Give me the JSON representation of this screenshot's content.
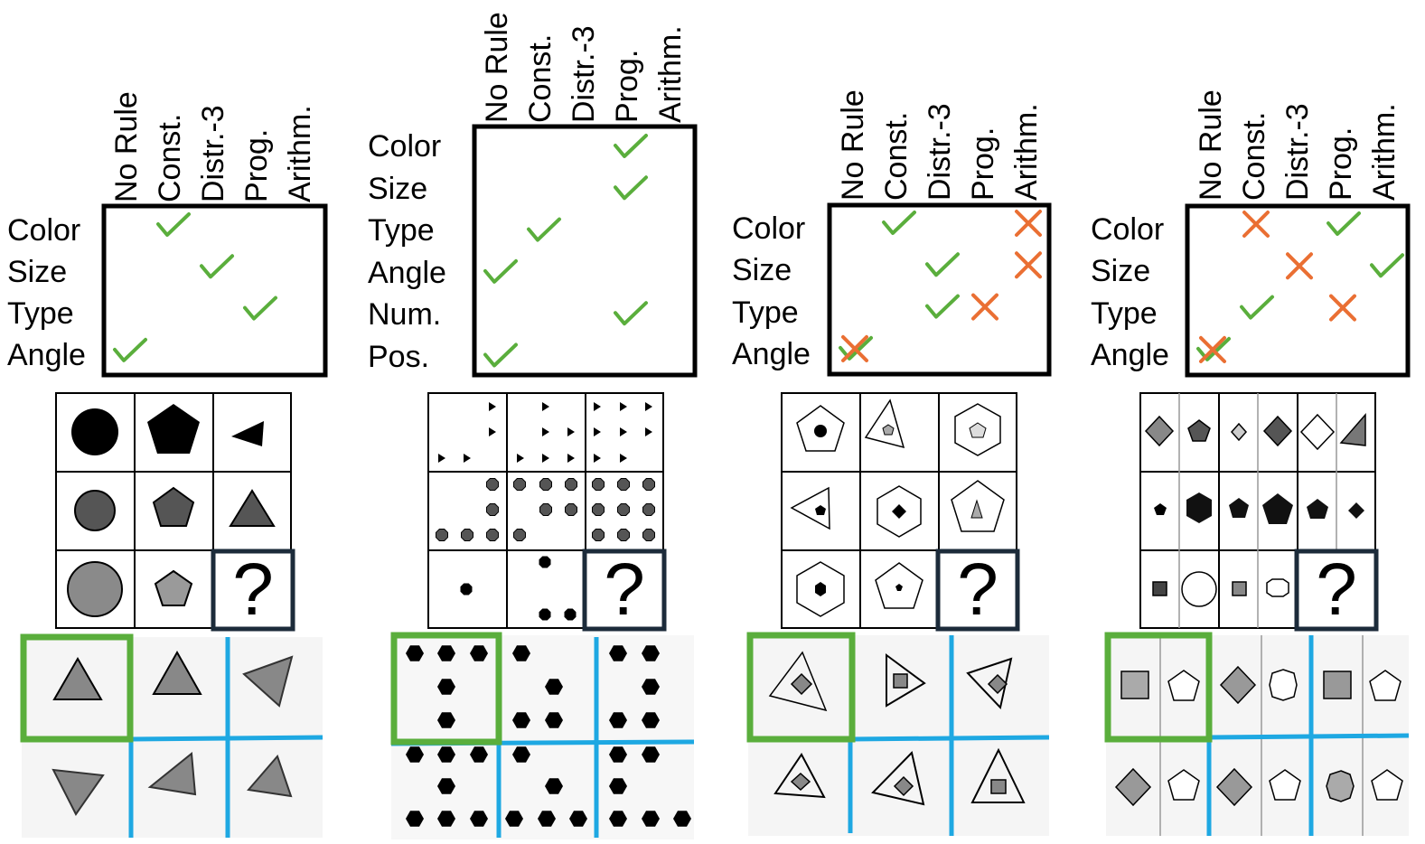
{
  "colors": {
    "check": "#5aae3c",
    "cross": "#ea6f33",
    "highlight": "#5aae3c",
    "divider": "#1ea8e2",
    "outline": "#000000",
    "answer_frame": "#1c2b3a"
  },
  "question_mark": "?",
  "panels": [
    {
      "columns": [
        "No Rule",
        "Const.",
        "Distr.-3",
        "Prog.",
        "Arithm."
      ],
      "rows": [
        "Color",
        "Size",
        "Type",
        "Angle"
      ],
      "marks": [
        {
          "row": 0,
          "col": 1,
          "kind": "check"
        },
        {
          "row": 1,
          "col": 2,
          "kind": "check"
        },
        {
          "row": 2,
          "col": 3,
          "kind": "check"
        },
        {
          "row": 3,
          "col": 0,
          "kind": "check"
        }
      ]
    },
    {
      "columns": [
        "No Rule",
        "Const.",
        "Distr.-3",
        "Prog.",
        "Arithm."
      ],
      "rows": [
        "Color",
        "Size",
        "Type",
        "Angle",
        "Num.",
        "Pos."
      ],
      "marks": [
        {
          "row": 0,
          "col": 3,
          "kind": "check"
        },
        {
          "row": 1,
          "col": 3,
          "kind": "check"
        },
        {
          "row": 2,
          "col": 1,
          "kind": "check"
        },
        {
          "row": 3,
          "col": 0,
          "kind": "check"
        },
        {
          "row": 4,
          "col": 3,
          "kind": "check"
        },
        {
          "row": 5,
          "col": 0,
          "kind": "check"
        }
      ]
    },
    {
      "columns": [
        "No Rule",
        "Const.",
        "Distr.-3",
        "Prog.",
        "Arithm."
      ],
      "rows": [
        "Color",
        "Size",
        "Type",
        "Angle"
      ],
      "marks": [
        {
          "row": 0,
          "col": 1,
          "kind": "check"
        },
        {
          "row": 0,
          "col": 4,
          "kind": "cross"
        },
        {
          "row": 1,
          "col": 2,
          "kind": "check"
        },
        {
          "row": 1,
          "col": 4,
          "kind": "cross"
        },
        {
          "row": 2,
          "col": 2,
          "kind": "check"
        },
        {
          "row": 2,
          "col": 3,
          "kind": "cross"
        },
        {
          "row": 3,
          "col": 0,
          "kind": "check"
        },
        {
          "row": 3,
          "col": 0,
          "kind": "cross"
        }
      ]
    },
    {
      "columns": [
        "No Rule",
        "Const.",
        "Distr.-3",
        "Prog.",
        "Arithm."
      ],
      "rows": [
        "Color",
        "Size",
        "Type",
        "Angle"
      ],
      "marks": [
        {
          "row": 0,
          "col": 1,
          "kind": "cross"
        },
        {
          "row": 0,
          "col": 3,
          "kind": "check"
        },
        {
          "row": 1,
          "col": 2,
          "kind": "cross"
        },
        {
          "row": 1,
          "col": 4,
          "kind": "check"
        },
        {
          "row": 2,
          "col": 1,
          "kind": "check"
        },
        {
          "row": 2,
          "col": 3,
          "kind": "cross"
        },
        {
          "row": 3,
          "col": 0,
          "kind": "check"
        },
        {
          "row": 3,
          "col": 0,
          "kind": "cross"
        }
      ]
    }
  ]
}
